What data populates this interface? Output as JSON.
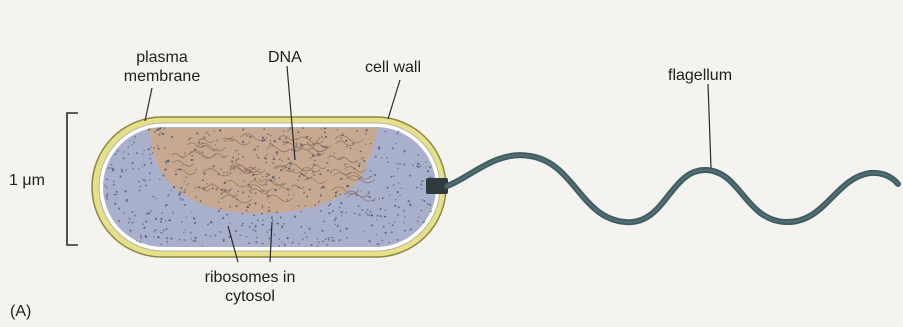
{
  "labels": {
    "plasma_membrane": [
      "plasma",
      "membrane"
    ],
    "dna": "DNA",
    "cell_wall": "cell wall",
    "flagellum": "flagellum",
    "scale": "1 μm",
    "ribosomes": [
      "ribosomes in",
      "cytosol"
    ],
    "panel": "(A)"
  },
  "colors": {
    "background": "#f4f3ef",
    "cell_wall": "#e6e08a",
    "membrane": "#ffffff",
    "cytosol": "#a9b0cc",
    "nucleoid": "#c9a98a",
    "flagellum": "#3f5d62",
    "ribosome_dots": "#4a5066",
    "leader_lines": "#2a2a2a"
  },
  "icons": [
    "bacterial-cell",
    "flagellum",
    "scale-bracket"
  ]
}
